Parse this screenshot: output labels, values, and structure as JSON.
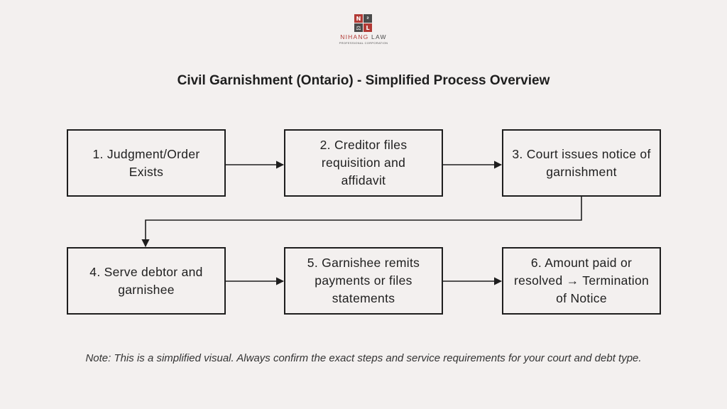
{
  "logo": {
    "cells": [
      "N",
      "²",
      "⚖",
      "L"
    ],
    "name_part1": "NIHANG",
    "name_part2": " LAW",
    "subtitle": "PROFESSIONAL CORPORATION",
    "colors": {
      "red": "#b23a35",
      "dark": "#4a4a4a"
    }
  },
  "title": "Civil Garnishment (Ontario) - Simplified Process Overview",
  "steps": [
    {
      "text": "1. Judgment/Order Exists"
    },
    {
      "text": "2. Creditor files requisition and affidavit"
    },
    {
      "text": "3. Court issues notice of garnishment"
    },
    {
      "text": "4. Serve debtor and garnishee"
    },
    {
      "text": "5. Garnishee remits payments or files statements"
    },
    {
      "text": "6. Amount paid or resolved → Termination of Notice"
    }
  ],
  "note": "Note: This is a simplified visual. Always confirm the exact steps and service requirements for your court and debt type.",
  "colors": {
    "background": "#f3f0ef",
    "stroke": "#1e1e1e"
  }
}
